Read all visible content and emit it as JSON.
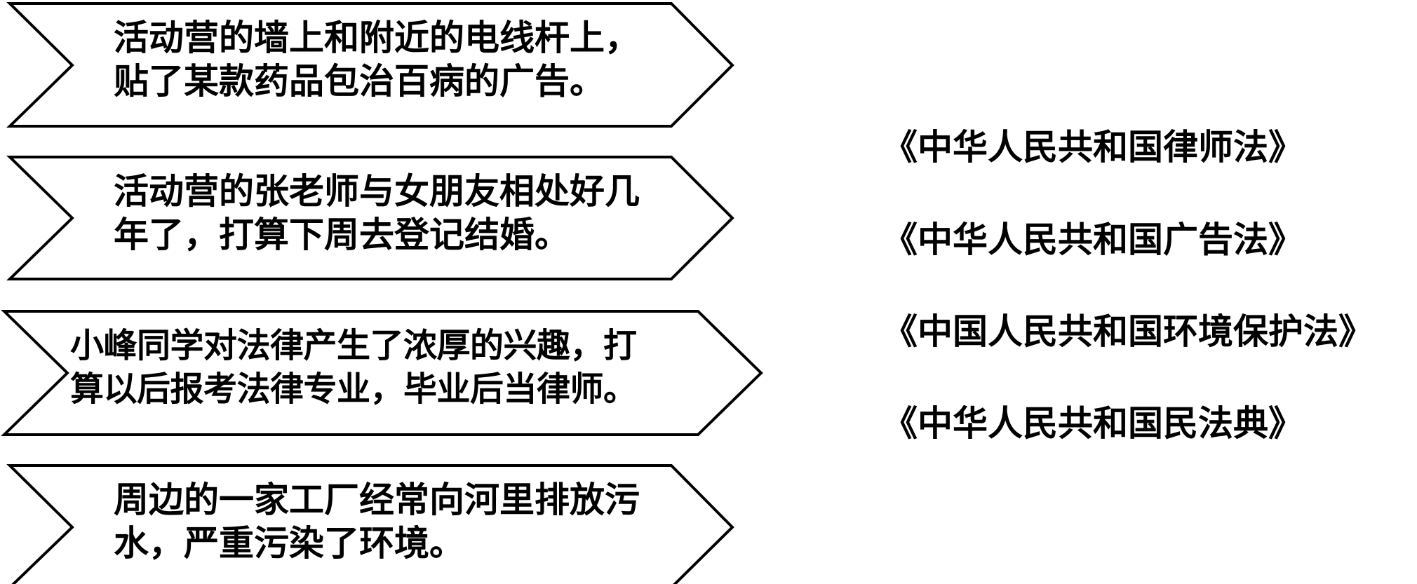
{
  "cases": [
    {
      "lines": [
        "活动营的墙上和附近的电线杆上，",
        "贴了某款药品包治百病的广告。"
      ]
    },
    {
      "lines": [
        "活动营的张老师与女朋友相处好几",
        "年了，打算下周去登记结婚。"
      ]
    },
    {
      "lines": [
        "小峰同学对法律产生了浓厚的兴趣，打",
        "算以后报考法律专业，毕业后当律师。"
      ]
    },
    {
      "lines": [
        "周边的一家工厂经常向河里排放污",
        "水，严重污染了环境。"
      ]
    }
  ],
  "laws": [
    "《中华人民共和国律师法》",
    "《中华人民共和国广告法》",
    "《中国人民共和国环境保护法》",
    "《中华人民共和国民法典》"
  ]
}
